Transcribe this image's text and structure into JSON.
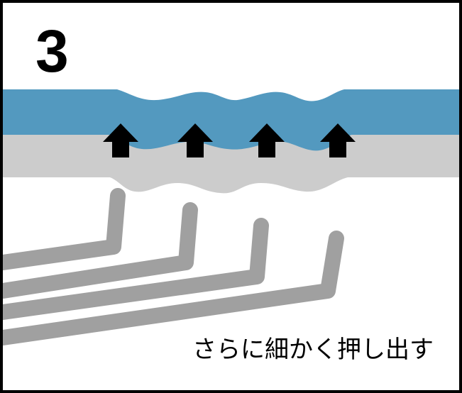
{
  "panel": {
    "step_number": "3",
    "caption": "さらに細かく押し出す"
  },
  "colors": {
    "frame_border": "#000000",
    "top_layer": "#5399bf",
    "bottom_layer": "#cccccc",
    "tools": "#a0a0a0",
    "arrows": "#000000",
    "background": "#ffffff"
  },
  "icons": {
    "arrow": "up-arrow-icon",
    "tool": "bent-rod-tool"
  }
}
